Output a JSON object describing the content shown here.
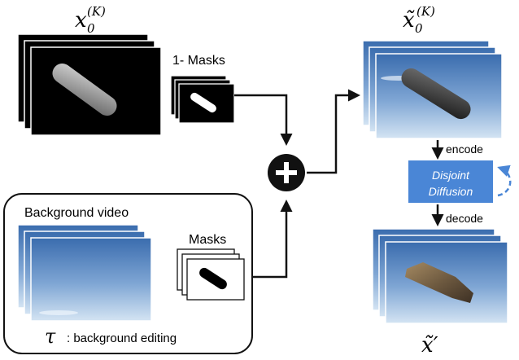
{
  "labels": {
    "x0K_top": "x",
    "x0K_sub": "0",
    "x0K_sup": "(K)",
    "one_minus_masks": "1- Masks",
    "background_video": "Background video",
    "masks": "Masks",
    "tau": "τ",
    "bg_editing": ": background editing",
    "x0K_tilde_top": "x̃",
    "x0K_tilde_sub": "0",
    "x0K_tilde_sup": "(K)",
    "encode": "encode",
    "disjoint_line1": "Disjoint",
    "disjoint_line2": "Diffusion",
    "decode": "decode",
    "x_prime": "x̃′"
  },
  "colors": {
    "accent_blue": "#4a86d6",
    "sky_top": "#3e6fb0",
    "sky_bottom": "#c9ddf0"
  }
}
